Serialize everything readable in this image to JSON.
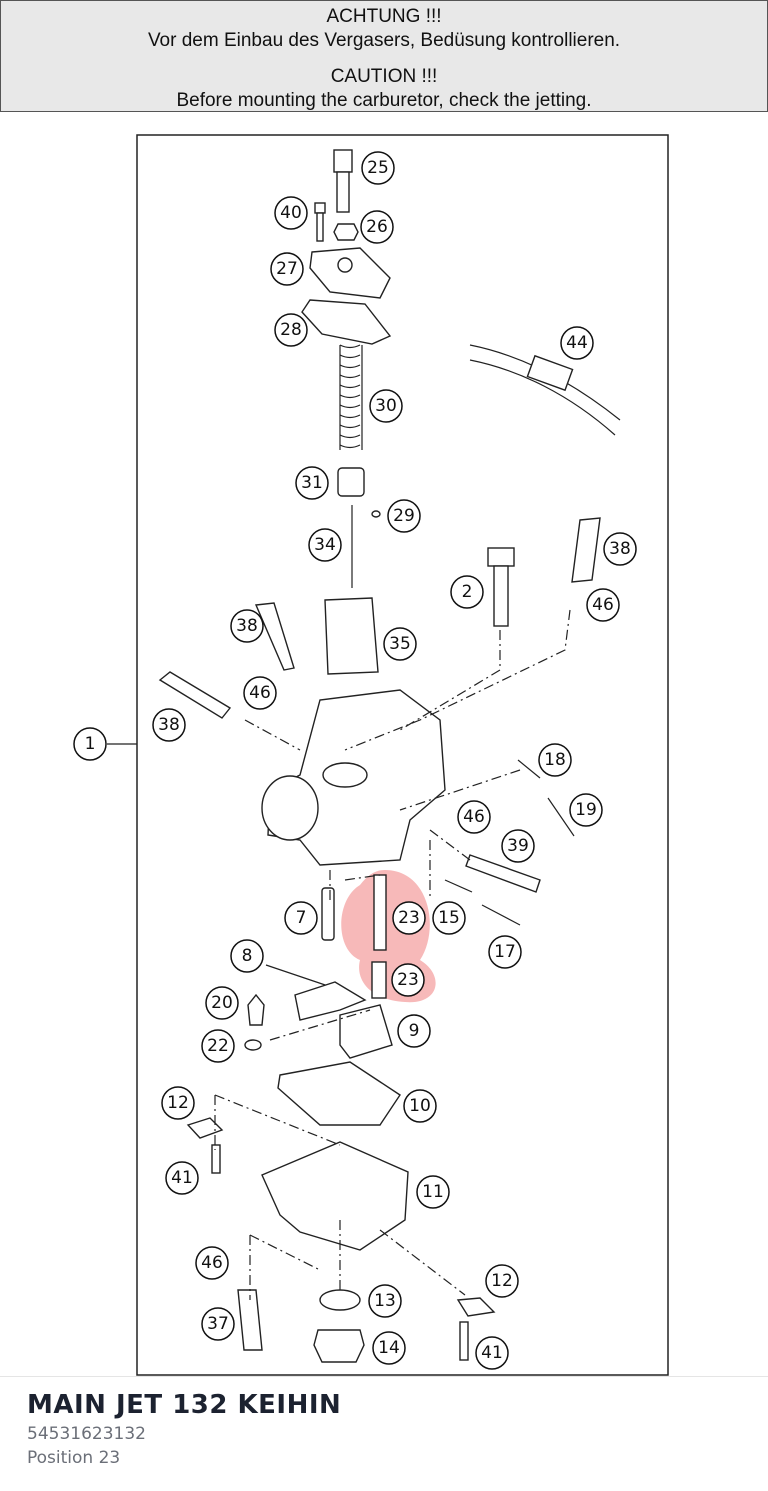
{
  "caution": {
    "line1": "ACHTUNG !!!",
    "line2": "Vor dem Einbau des Vergasers, Bedüsung kontrollieren.",
    "line3": "CAUTION !!!",
    "line4": "Before mounting the carburetor, check the jetting."
  },
  "callouts": [
    "25",
    "40",
    "26",
    "27",
    "28",
    "44",
    "30",
    "31",
    "29",
    "34",
    "38",
    "2",
    "46",
    "38",
    "35",
    "46",
    "1",
    "38",
    "18",
    "19",
    "46",
    "39",
    "7",
    "23",
    "15",
    "17",
    "23",
    "8",
    "20",
    "9",
    "22",
    "10",
    "12",
    "41",
    "11",
    "46",
    "12",
    "13",
    "37",
    "14",
    "41"
  ],
  "highlight_color": "#f08080",
  "part": {
    "title": "MAIN JET 132 KEIHIN",
    "number": "54531623132",
    "position": "Position 23"
  }
}
